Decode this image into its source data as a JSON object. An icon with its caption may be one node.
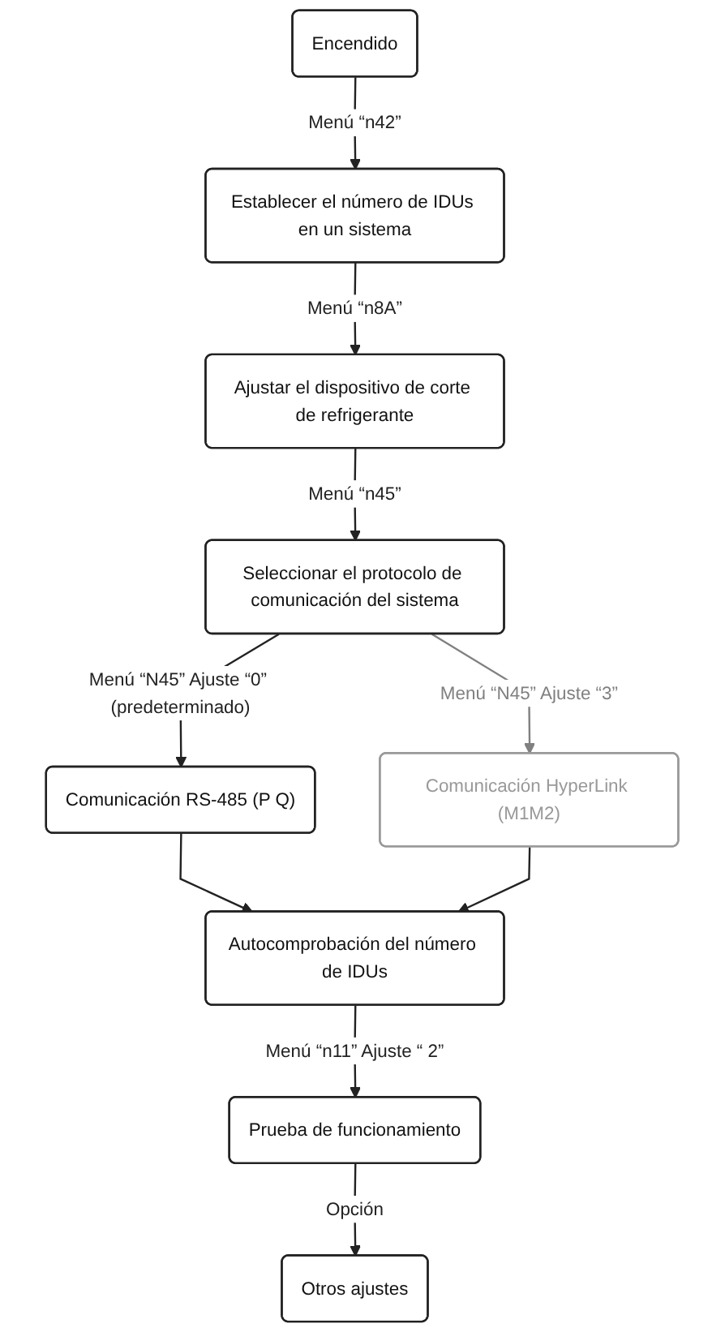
{
  "diagram": {
    "nodes": [
      {
        "text": [
          "Encendido"
        ]
      },
      {
        "text": [
          "Establecer el número de IDUs en un sistema"
        ]
      },
      {
        "text": [
          "Ajustar el dispositivo de corte de refrigerante"
        ]
      },
      {
        "text": [
          "Seleccionar el protocolo de comunicación del sistema"
        ]
      },
      {
        "text": [
          "Comunicación RS-485 (P Q)"
        ]
      },
      {
        "text": [
          "Comunicación HyperLink (M1M2)"
        ]
      },
      {
        "text": [
          "Autocomprobación del número de IDUs"
        ]
      },
      {
        "text": [
          "Prueba de funcionamiento"
        ]
      },
      {
        "text": [
          "Otros ajustes"
        ]
      }
    ],
    "edges": [
      {
        "from": 0,
        "to": 1,
        "arrow": "to",
        "label": "Menú “n42”"
      },
      {
        "from": 1,
        "to": 2,
        "arrow": "to",
        "label": "Menú “n8A”"
      },
      {
        "from": 2,
        "to": 3,
        "arrow": "to",
        "label": "Menú “n45”"
      },
      {
        "from": 3,
        "to": 4,
        "arrow": "to",
        "label": "Menú “N45” Ajuste “0” (predeterminado)"
      },
      {
        "from": 3,
        "to": 5,
        "arrow": "to",
        "label": "Menú “N45” Ajuste “3”",
        "color": "#808080"
      },
      {
        "from": 4,
        "to": 6,
        "arrow": "to"
      },
      {
        "from": 5,
        "to": 6,
        "arrow": "to"
      },
      {
        "from": 6,
        "to": 7,
        "arrow": "to",
        "label": "Menú “n11” Ajuste “ 2”"
      },
      {
        "from": 7,
        "to": 8,
        "arrow": "to",
        "label": "Opción"
      }
    ]
  }
}
